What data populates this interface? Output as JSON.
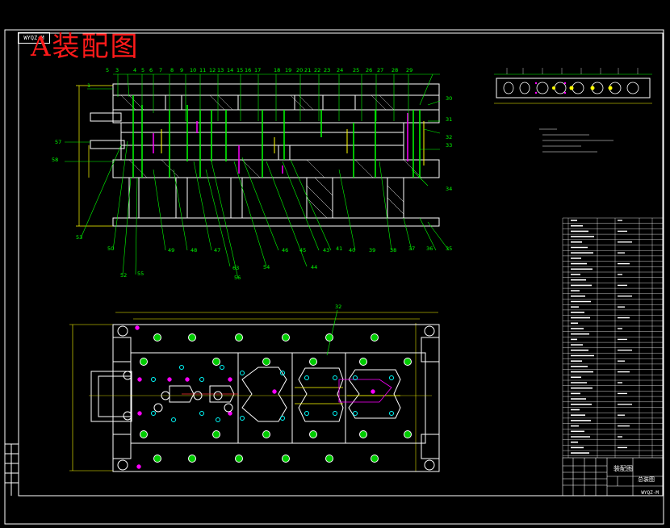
{
  "title": "A装配图",
  "drawing_code": "WYQZ-M",
  "drawing_code_footer": "WYQZ-M",
  "title_block": {
    "label_a": "装配图",
    "label_b": "总装图"
  },
  "section_callouts_top": [
    "5",
    "3",
    "4",
    "5",
    "6",
    "7",
    "8",
    "9",
    "10",
    "11",
    "12",
    "13",
    "14",
    "15",
    "16",
    "17",
    "18",
    "19",
    "20",
    "21",
    "22",
    "23",
    "24",
    "25",
    "26",
    "27",
    "28",
    "29"
  ],
  "section_callouts_right": [
    "30",
    "31",
    "32",
    "33",
    "34"
  ],
  "section_callouts_bottom": [
    "53",
    "50",
    "52",
    "55",
    "49",
    "48",
    "47",
    "63",
    "56",
    "54",
    "46",
    "45",
    "44",
    "43",
    "41",
    "40",
    "39",
    "38",
    "37",
    "36",
    "35"
  ],
  "section_callouts_left": [
    "1",
    "57",
    "58"
  ],
  "plan_callout": "32",
  "colors": {
    "background": "#000000",
    "outline": "#ffffff",
    "dimension": "#ffff00",
    "hidden": "#ff00ff",
    "callout": "#00ff00",
    "title": "#ff1a1a",
    "hole_cyan": "#00ffff",
    "hole_green": "#00cc00"
  }
}
